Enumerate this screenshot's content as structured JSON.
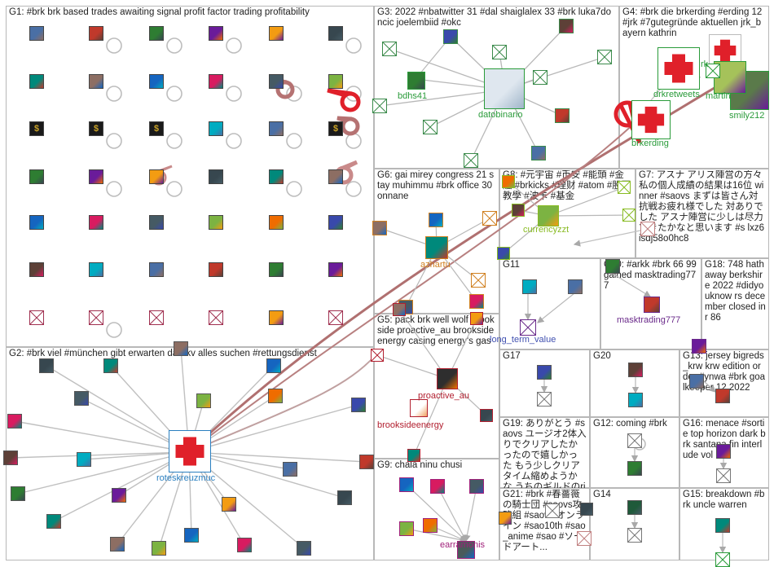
{
  "groups": [
    {
      "id": "G1",
      "title": "G1: #brk brk based trades awaiting signal profit factor trading profitability"
    },
    {
      "id": "G2",
      "title": "G2: #brk viel #münchen gibt erwarten darf kv alles suchen #rettungsdienst"
    },
    {
      "id": "G3",
      "title": "G3: 2022 #nbatwitter 31 #dal shaiglalex 33 #brk luka7doncic joelembiid #okc"
    },
    {
      "id": "G4",
      "title": "G4: #brk die brkerding #erding 12 #jrk #7gutegründe aktuellen jrk_bayern kathrin"
    },
    {
      "id": "G5",
      "title": "G5: pack brk well wolf brookside proactive_au brooksideenergy casing energy's gas"
    },
    {
      "id": "G6",
      "title": "G6: gai mirey congress 21 stay muhimmu #brk office 30 onnane"
    },
    {
      "id": "G7",
      "title": "G7: アスナ アリス陣営の方々 私の個人成績の結果は16位 winner #saovs まずは皆さん対抗戦お疲れ様でした 対ありでした アスナ陣営に少しは尽力できたかなと思います #s lxz6isdj58o0hc8"
    },
    {
      "id": "G8",
      "title": "G8: #元宇宙 #币安 #能頭 #金融 #brkicks #理财 #atom #股票 教學 #波卡 #基金"
    },
    {
      "id": "G9",
      "title": "G9: chala ninu chusi"
    },
    {
      "id": "G10",
      "title": "G10: #arkk #brk 66 99 gained masktrading777"
    },
    {
      "id": "G11",
      "title": "G11"
    },
    {
      "id": "G12",
      "title": "G12: coming #brk"
    },
    {
      "id": "G13",
      "title": "G13: jersey bigreds_krw krw edition order #ynwa #brk goalkeeper 12 2022"
    },
    {
      "id": "G14",
      "title": "G14"
    },
    {
      "id": "G15",
      "title": "G15: breakdown #brk uncle warren"
    },
    {
      "id": "G16",
      "title": "G16: menace #sortie top horizon dark brk santana fin interlude vol"
    },
    {
      "id": "G17",
      "title": "G17"
    },
    {
      "id": "G18",
      "title": "G18: 748 hathaway berkshire 2022 #didyouknow rs december closed inr 86"
    },
    {
      "id": "G19",
      "title": "G19: ありがとう #saovs ユージオ2体入りでクリアしたかったので嬉しかった もう少しクリアタイム縮めようかな うちのギルドのrikuさんと..."
    },
    {
      "id": "G20",
      "title": "G20"
    },
    {
      "id": "G21",
      "title": "G21: #brk #春薔薇の騎士団 #saovs攻略組 #saovs オンライン #sao10th #sao_anime #sao #ソードアート..."
    }
  ],
  "labels": {
    "bdhs41": "bdhs41",
    "datobinario": "datobinario",
    "drkretweets": "drkretweets",
    "martin": "martin",
    "smily212": "smily212",
    "brkerding": "brkerding",
    "currencyzzt": "currencyzzt",
    "azhartu": "azhartu",
    "long_term_value": "long_term_value",
    "masktrading777": "masktrading777",
    "proactive_au": "proactive_au",
    "brooksideenergy": "brooksideenergy",
    "roteskreuzmuc": "roteskreuzmuc",
    "earramonis": "earramonis",
    "vrk": "JRK",
    "rk": "rk"
  },
  "colors": {
    "edge": "#a9a9a9",
    "strong_edge": "#b07070",
    "self_loop": "#c98a8a",
    "red_marker": "#e0202a",
    "blue_label": "#2a7fc0",
    "green_label": "#2a9b3a",
    "red_label": "#b22030",
    "purple_label": "#6a2a8a",
    "orange_label": "#d08020"
  }
}
